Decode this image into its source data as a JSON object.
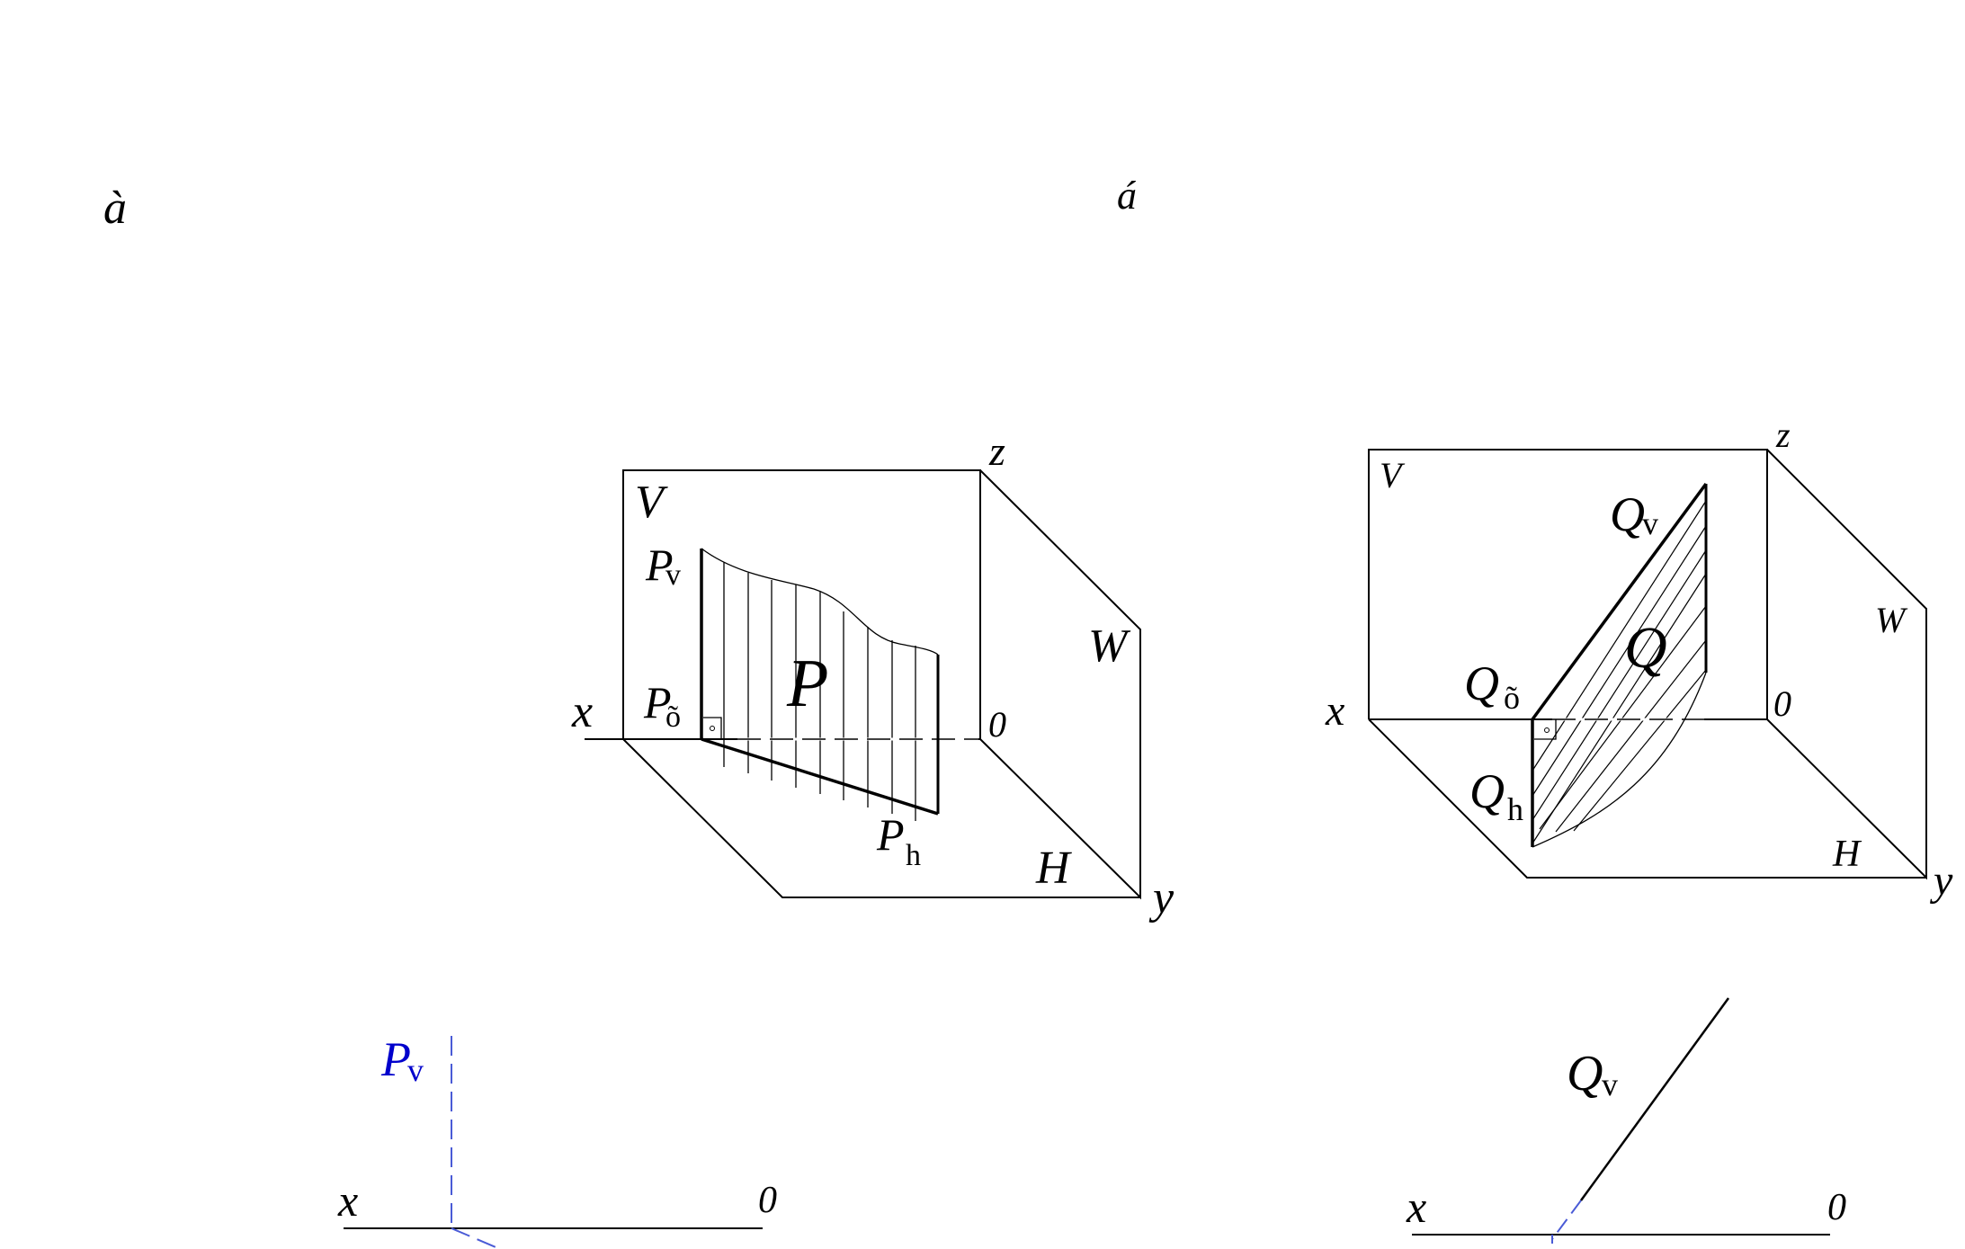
{
  "colors": {
    "ink": "#000000",
    "blue": "#0000cc",
    "dashed_blue": "#4a5bd6"
  },
  "panel_a": {
    "marker": "à",
    "labels": {
      "V": "V",
      "z": "z",
      "W": "W",
      "x": "x",
      "zero": "0",
      "H": "H",
      "y": "y",
      "P": "P",
      "Pv_main": "P",
      "Pv_sub": "v",
      "Px_main": "P",
      "Px_sub": "õ",
      "Ph_main": "P",
      "Ph_sub": "h"
    },
    "epure": {
      "x": "x",
      "zero": "0",
      "Pv_main": "P",
      "Pv_sub": "v"
    }
  },
  "panel_b": {
    "marker": "á",
    "labels": {
      "V": "V",
      "z": "z",
      "W": "W",
      "x": "x",
      "zero": "0",
      "H": "H",
      "y": "y",
      "Q": "Q",
      "Qv_main": "Q",
      "Qv_sub": "v",
      "Qx_main": "Q",
      "Qx_sub": "õ",
      "Qh_main": "Q",
      "Qh_sub": "h"
    },
    "epure": {
      "x": "x",
      "zero": "0",
      "Qv_main": "Q",
      "Qv_sub": "v"
    }
  }
}
